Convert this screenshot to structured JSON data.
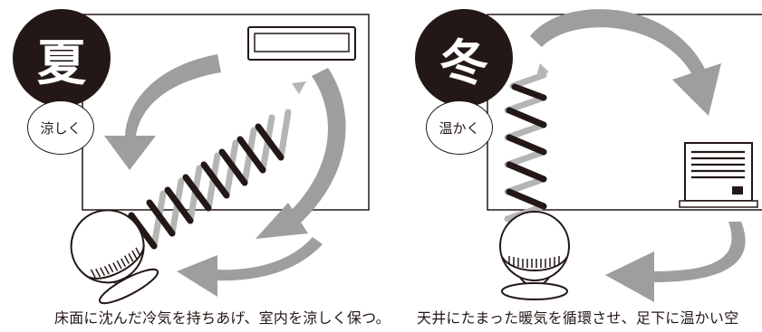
{
  "summer": {
    "season": "夏",
    "mode": "涼しく",
    "caption": "床面に沈んだ冷気を持ちあげ、室内を涼しく保つ。"
  },
  "winter": {
    "season": "冬",
    "mode": "温かく",
    "caption": "天井にたまった暖気を循環させ、足下に温かい空"
  },
  "colors": {
    "ink": "#231815",
    "arrow": "#9e9e9f",
    "spring_light": "#b5b5b6"
  }
}
